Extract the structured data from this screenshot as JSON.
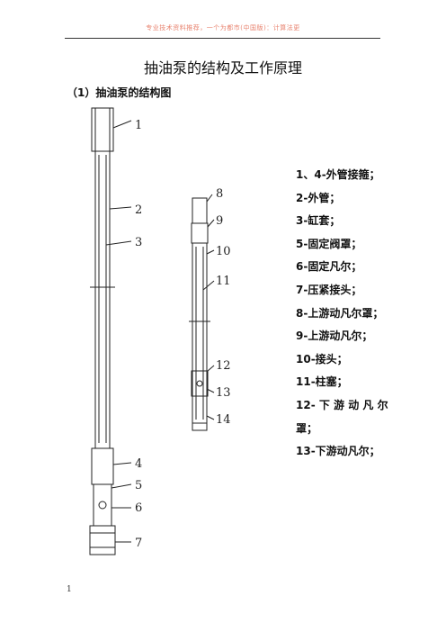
{
  "header": {
    "watermark": "专业技术资料推荐，一个为都市(中国版)：计算法更"
  },
  "document": {
    "title": "抽油泵的结构及工作原理",
    "section_heading": "（1）抽油泵的结构图",
    "page_number": "1"
  },
  "figure": {
    "callouts": [
      "1",
      "2",
      "3",
      "4",
      "5",
      "6",
      "7",
      "8",
      "9",
      "10",
      "11",
      "12",
      "13",
      "14"
    ]
  },
  "legend": [
    "1、4-外管接箍；",
    "2-外管；",
    "3-缸套；",
    "5-固定阀罩；",
    "6-固定凡尔；",
    "7-压紧接头；",
    "8-上游动凡尔罩；",
    "9-上游动凡尔；",
    "10-接头；",
    "11-柱塞；",
    "12- 下 游 动 凡 尔",
    "罩；",
    "13-下游动凡尔；"
  ]
}
